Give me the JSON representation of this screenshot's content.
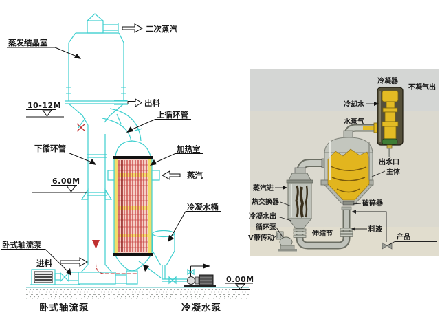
{
  "left_diagram": {
    "labels": {
      "evap_chamber": "蒸发结晶室",
      "secondary_steam": "二次蒸汽",
      "discharge": "出料",
      "upper_circ_pipe": "上循环管",
      "h10": "10-12M",
      "lower_circ_pipe": "下循环管",
      "heating_chamber": "加热室",
      "steam": "蒸汽",
      "h6": "6.00M",
      "condensate_bucket": "冷凝水桶",
      "axial_pump": "卧式轴流泵",
      "feed": "进料",
      "h0": "0.00M"
    },
    "captions": {
      "axial_pump": "卧式轴流泵",
      "condensate_pump": "冷凝水泵"
    },
    "colors": {
      "line_cyan": "#3ecfcf",
      "centerline_red": "#c03030",
      "tube_red": "#c64040",
      "tube_bg_pink": "#f6cfc6",
      "highlight_yellow": "#f2dd6a",
      "flange_black": "#111111"
    }
  },
  "right_diagram": {
    "labels": {
      "condenser": "冷凝器",
      "gas_out": "不凝气出",
      "cooling_water": "冷却水",
      "water_vapor": "水蒸气",
      "water_outlet": "出水口",
      "main_body": "主体",
      "steam_in": "蒸汽进",
      "heat_exchanger": "热交换器",
      "condensate_out": "冷凝水出",
      "circ_pump": "循环泵",
      "v_belt": "V带传动",
      "expansion_joint": "伸缩节",
      "crusher": "破碎器",
      "feed_liquid": "料液",
      "product": "产品"
    },
    "colors": {
      "background": "#dbd9cf",
      "vessel_grey": "#c3c6be",
      "liquid_yellow": "#e2b51e",
      "condenser_body": "#55503a",
      "green_patch": "#3e7d35"
    }
  }
}
